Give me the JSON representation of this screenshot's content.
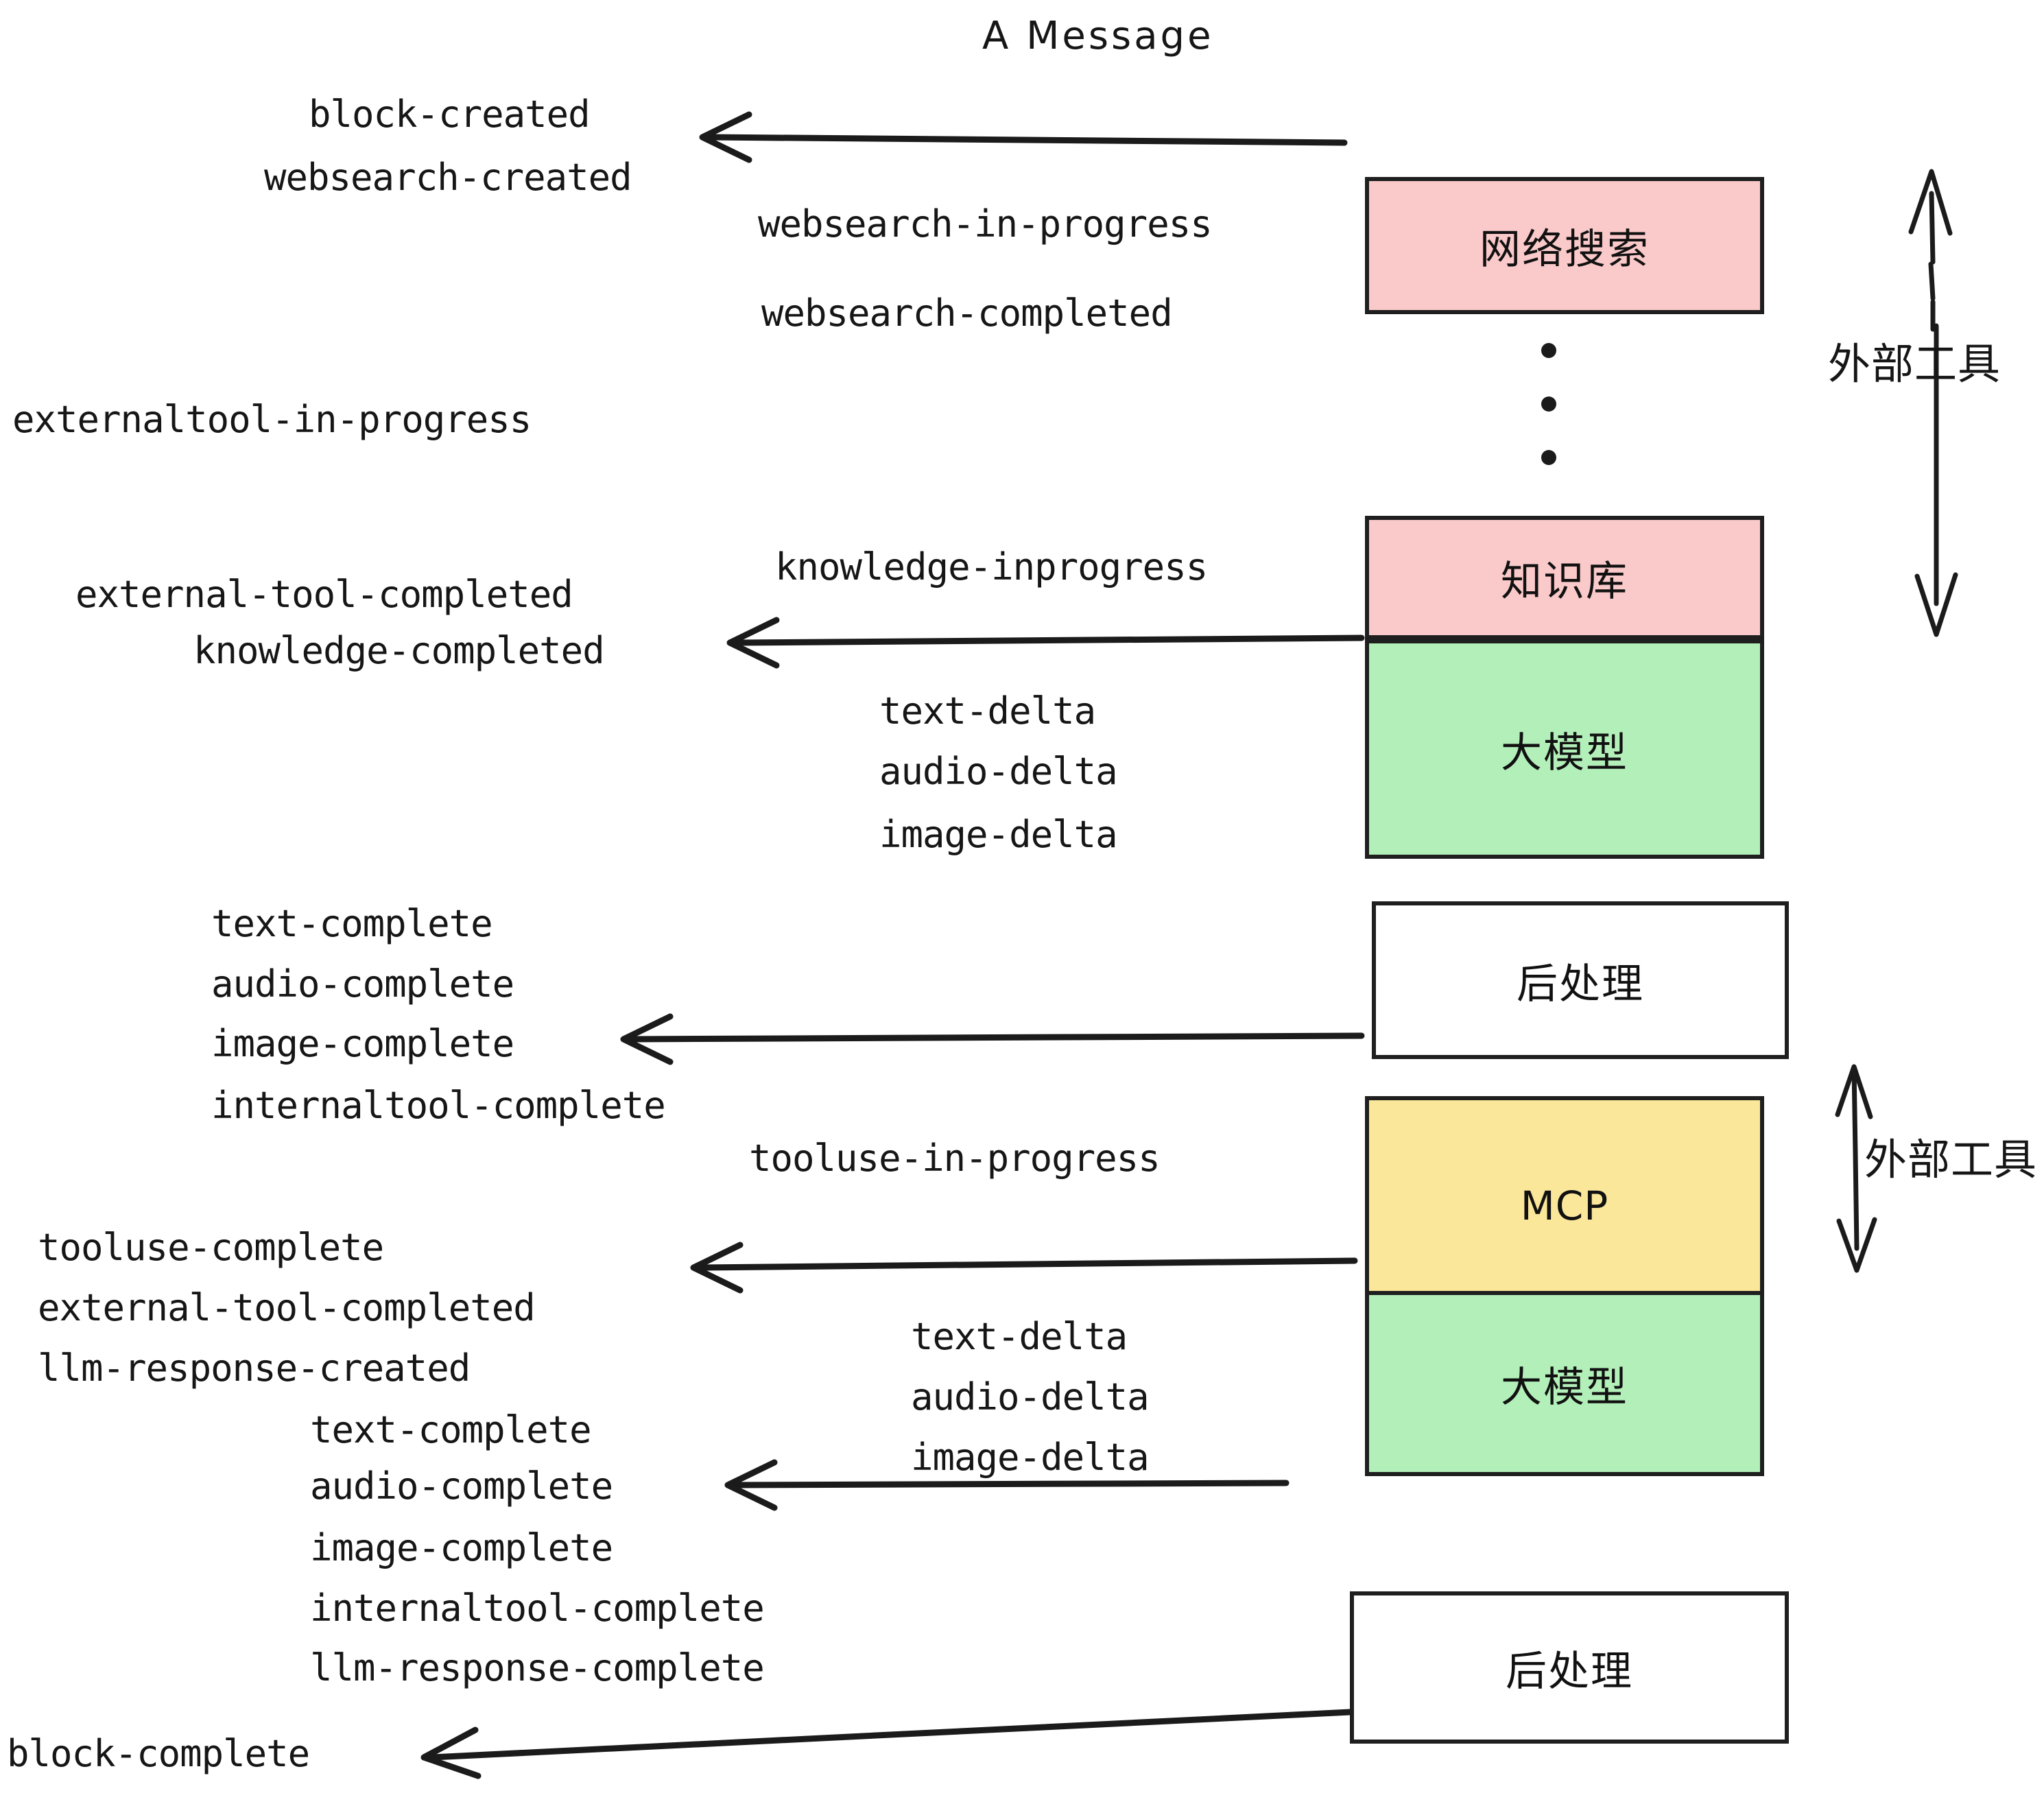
{
  "title": "A Message",
  "colors": {
    "pink": "#fac9c9",
    "green": "#b3efb9",
    "yellow": "#fbe79a",
    "white": "#ffffff",
    "stroke": "#1f1f1f",
    "text": "#161616"
  },
  "boxes": [
    {
      "id": "websearch",
      "label": "网络搜索",
      "fill": "#fac9c9"
    },
    {
      "id": "knowledge",
      "label": "知识库",
      "fill": "#fac9c9"
    },
    {
      "id": "llm-top",
      "label": "大模型",
      "fill": "#b3efb9"
    },
    {
      "id": "post-top",
      "label": "后处理",
      "fill": "#ffffff"
    },
    {
      "id": "mcp",
      "label": "MCP",
      "fill": "#fbe79a"
    },
    {
      "id": "llm-bottom",
      "label": "大模型",
      "fill": "#b3efb9"
    },
    {
      "id": "post-bottom",
      "label": "后处理",
      "fill": "#ffffff"
    }
  ],
  "group_labels": {
    "external_tool_top": "外部工具",
    "external_tool_bottom": "外部工具"
  },
  "events": {
    "block_created": "block-created",
    "websearch_created": "websearch-created",
    "websearch_in_progress": "websearch-in-progress",
    "websearch_completed": "websearch-completed",
    "externaltool_in_progress": "externaltool-in-progress",
    "knowledge_inprogress": "knowledge-inprogress",
    "external_tool_completed_1": "external-tool-completed",
    "knowledge_completed": "knowledge-completed",
    "text_delta_1": "text-delta",
    "audio_delta_1": "audio-delta",
    "image_delta_1": "image-delta",
    "text_complete_1": "text-complete",
    "audio_complete_1": "audio-complete",
    "image_complete_1": "image-complete",
    "internaltool_complete_1": "internaltool-complete",
    "tooluse_in_progress": "tooluse-in-progress",
    "tooluse_complete": "tooluse-complete",
    "external_tool_completed_2": "external-tool-completed",
    "llm_response_created": "llm-response-created",
    "text_delta_2": "text-delta",
    "audio_delta_2": "audio-delta",
    "image_delta_2": "image-delta",
    "text_complete_2": "text-complete",
    "audio_complete_2": "audio-complete",
    "image_complete_2": "image-complete",
    "internaltool_complete_2": "internaltool-complete",
    "llm_response_complete": "llm-response-complete",
    "block_complete": "block-complete"
  }
}
